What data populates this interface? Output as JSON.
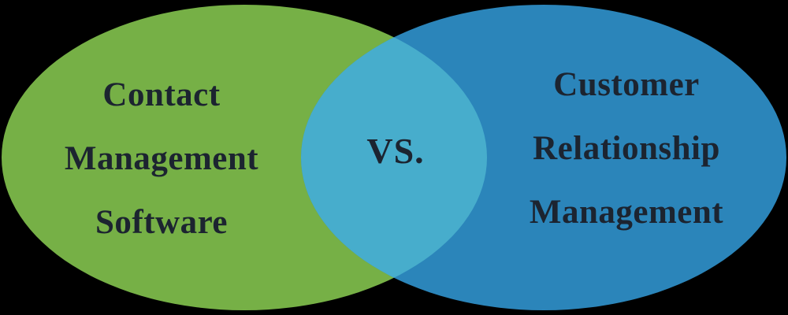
{
  "diagram": {
    "type": "venn",
    "background_color": "#000000",
    "text_color": "#1c2430",
    "vs_label": "VS.",
    "left_circle": {
      "color": "#76b046",
      "lines": [
        "Contact",
        "Management",
        "Software"
      ]
    },
    "right_circle": {
      "color": "#2b85ba",
      "lines": [
        "Customer",
        "Relationship",
        "Management"
      ]
    },
    "overlap": {
      "color": "#47adcc"
    }
  }
}
